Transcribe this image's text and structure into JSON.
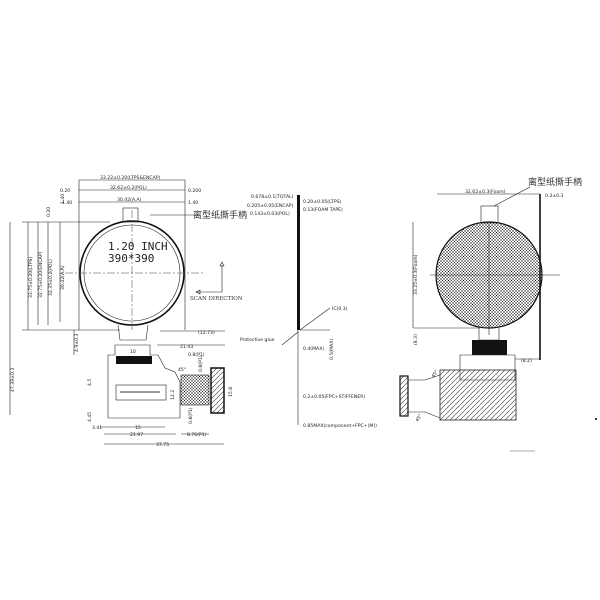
{
  "front_view": {
    "width_ltps": "33.22±0.20(LTPS&ENCAP)",
    "width_pol": "32.62±0.2(POL)",
    "width_aa": "30.42(A.A)",
    "gap_left_top": "0.20",
    "gap_right_top": "0.200",
    "margin_left": "1.40",
    "margin_right": "1.40",
    "size_label": "1.20 INCH",
    "resolution": "390*390",
    "tab_label": "离型纸撕手柄",
    "scan_direction": "SCAN DIRECTION",
    "height_ltps": "33.75±0.20(LTPS)",
    "height_encap": "32.75±0.20(ENCAP)",
    "height_pol": "32.35±0.2(POL)",
    "height_aa": "30.42(A.A)",
    "vgap_top": "0.20",
    "vmargin_top": "1.40",
    "neck_height": "4.9±0.3",
    "total_height": "47.39±0.3",
    "neck_width": "10",
    "offset_right": "(12.73)",
    "fpc_offset": "21.43",
    "pin_top": "0.8(P1)",
    "pin_side": "0.8(P1)",
    "pin_bottom": "0.8(P1)",
    "angle": "45°",
    "conn_height": "12.2",
    "conn_total": "15.8",
    "dim_4_5": "4.5",
    "dim_4_45": "4.45",
    "dim_3_41": "3.41",
    "dim_15": "15",
    "dim_21_97": "21.97",
    "dim_8_76": "8.76(P1)",
    "dim_37_75": "37.75"
  },
  "side_view": {
    "total": "0.678±0.1(TOTAL)",
    "encap": "0.205±0.05(ENCAP)",
    "pol": "0.143±0.03(POL)",
    "ltps": "0.20±0.05(LTPS)",
    "foam": "0.13(FOAM TAPE)",
    "ic": "IC(0.3)",
    "glue": "Protective glue",
    "max04": "0.4(MAX)",
    "max05": "0.5(MAX)",
    "fpc_stiff": "0.2±0.05(FPC+STIFFENER)",
    "component": "0.85MAX(component+FPC+(M))"
  },
  "back_view": {
    "tab_label": "离型纸撕手柄",
    "foam_width": "32.62±0.3(Foam)",
    "offset": "0.3±0.3",
    "foam_height": "33.25±0.3(Foam)",
    "dim_8_3": "(8.3)",
    "dim_8_2": "(8.2)",
    "angle_top": "45°",
    "angle_bottom": "45°"
  }
}
